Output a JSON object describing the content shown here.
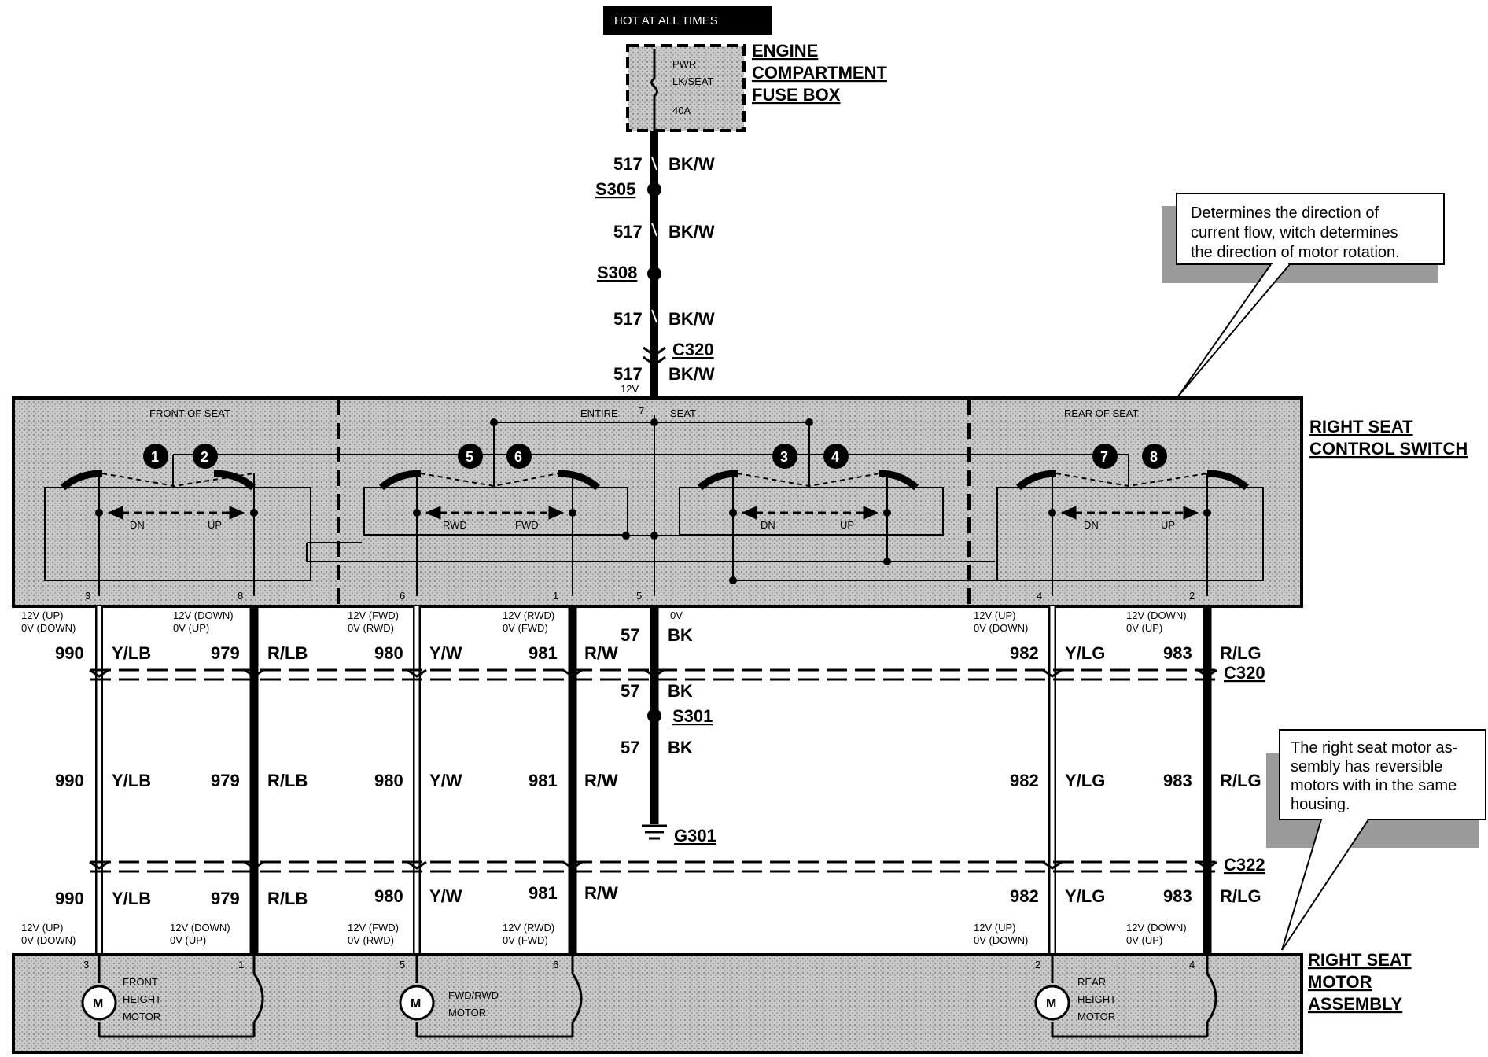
{
  "header": {
    "hot": "HOT AT ALL TIMES"
  },
  "fuse_box": {
    "title1": "ENGINE",
    "title2": "COMPARTMENT",
    "title3": "FUSE BOX",
    "fuse_line1": "PWR",
    "fuse_line2": "LK/SEAT",
    "fuse_amp": "40A"
  },
  "feed": {
    "circuit": "517",
    "color": "BK/W",
    "s305": "S305",
    "s308": "S308",
    "c320": "C320",
    "v12": "12V"
  },
  "switch": {
    "title1": "RIGHT SEAT",
    "title2": "CONTROL SWITCH",
    "front": "FRONT OF SEAT",
    "entire": "ENTIRE",
    "seat": "SEAT",
    "rear": "REAR OF SEAT",
    "pin7": "7",
    "n1": "1",
    "n2": "2",
    "n3": "3",
    "n4": "4",
    "n5": "5",
    "n6": "6",
    "n7": "7",
    "n8": "8",
    "dn": "DN",
    "up": "UP",
    "rwd": "RWD",
    "fwd": "FWD",
    "p3": "3",
    "p8": "8",
    "p6": "6",
    "p1": "1",
    "p5": "5",
    "p4": "4",
    "p2": "2"
  },
  "volts": {
    "up_top": "12V (UP)",
    "up_bot": "0V (DOWN)",
    "down_top": "12V (DOWN)",
    "down_bot": "0V (UP)",
    "fwd_top": "12V (FWD)",
    "fwd_bot": "0V (RWD)",
    "rwd_top": "12V (RWD)",
    "rwd_bot": "0V (FWD)",
    "zero": "0V"
  },
  "wires": {
    "w990": "990",
    "c990": "Y/LB",
    "w979": "979",
    "c979": "R/LB",
    "w980": "980",
    "c980": "Y/W",
    "w981": "981",
    "c981": "R/W",
    "w57": "57",
    "c57": "BK",
    "w982": "982",
    "c982": "Y/LG",
    "w983": "983",
    "c983": "R/LG"
  },
  "connectors": {
    "c320": "C320",
    "c322": "C322",
    "s301": "S301",
    "g301": "G301"
  },
  "motor_assembly": {
    "title1": "RIGHT SEAT",
    "title2": "MOTOR",
    "title3": "ASSEMBLY",
    "m": "M",
    "front1": "FRONT",
    "front2": "HEIGHT",
    "front3": "MOTOR",
    "fwd1": "FWD/RWD",
    "fwd2": "MOTOR",
    "rear1": "REAR",
    "rear2": "HEIGHT",
    "rear3": "MOTOR",
    "p3": "3",
    "p1": "1",
    "p5": "5",
    "p6": "6",
    "p2": "2",
    "p4": "4"
  },
  "callouts": {
    "top": [
      "Determines the direction of",
      "current flow, witch determines",
      "the direction of motor rotation."
    ],
    "bottom": [
      "The right seat motor as-",
      "sembly has reversible",
      "motors with in the same",
      "housing."
    ]
  }
}
